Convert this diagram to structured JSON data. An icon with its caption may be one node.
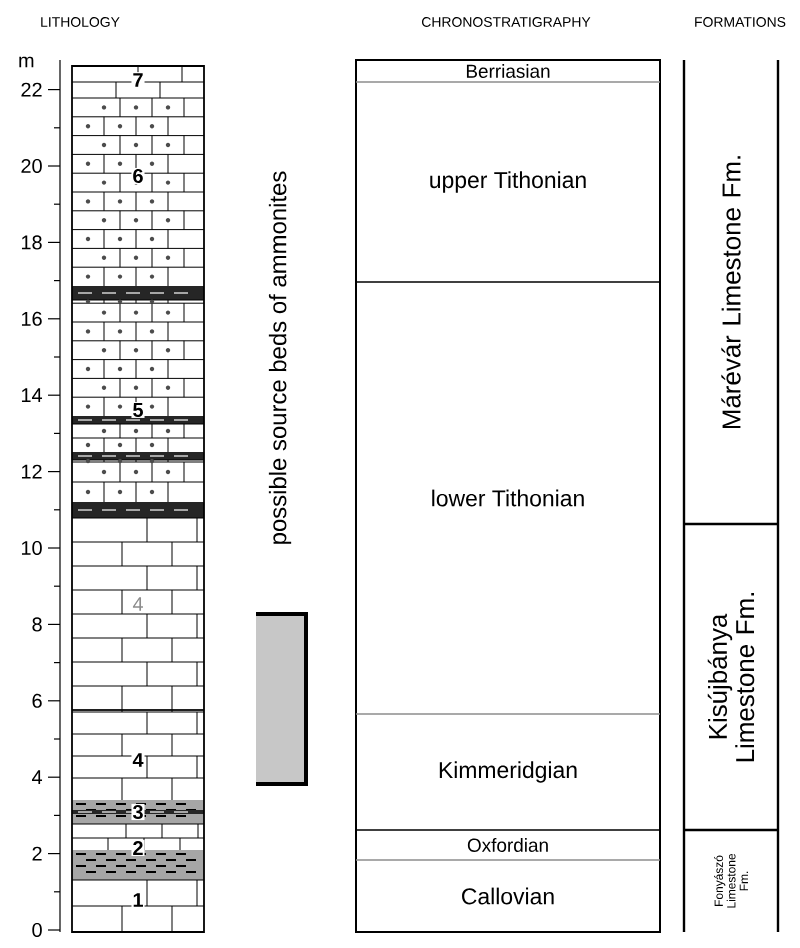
{
  "diagram": {
    "nodes": [
      {
        "text": [
          "Berriasian"
        ]
      },
      {
        "text": [
          "upper Tithonian"
        ]
      },
      {
        "text": [
          "lower Tithonian"
        ]
      },
      {
        "text": [
          "Kimmeridgian"
        ]
      },
      {
        "text": [
          "Oxfordian"
        ]
      },
      {
        "text": [
          "Callovian"
        ]
      },
      {
        "text": [
          "Márévár Limestone Fm."
        ]
      },
      {
        "text": [
          "Kisújbánya Limestone Fm."
        ]
      },
      {
        "text": [
          "Fonyászó Limestone Fm."
        ]
      },
      {
        "text": [],
        "shape": "bar",
        "beside": [
          "possible source beds of ammonites"
        ]
      }
    ],
    "edges": [],
    "labels": [
      "LITHOLOGY",
      "CHRONOSTRATIGRAPHY",
      "FORMATIONS",
      "m",
      "22",
      "20",
      "18",
      "16",
      "14",
      "12",
      "10",
      "8",
      "6",
      "4",
      "2",
      "0",
      "7",
      "6",
      "5",
      "4",
      "4",
      "3",
      "2",
      "1"
    ]
  }
}
